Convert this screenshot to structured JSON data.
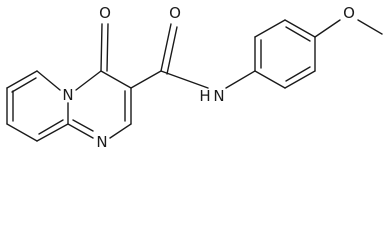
{
  "structure": {
    "atoms": {
      "n_bridge": "N",
      "o_carbonyl_ring": "O",
      "o_carbonyl_amide": "O",
      "n_amide": "N",
      "h_amide": "H",
      "o_methoxy": "O",
      "n_ring": "N"
    }
  },
  "colors": {
    "bond": "#1a1a1a",
    "label": "#1a1a1a",
    "background": "#ffffff"
  }
}
